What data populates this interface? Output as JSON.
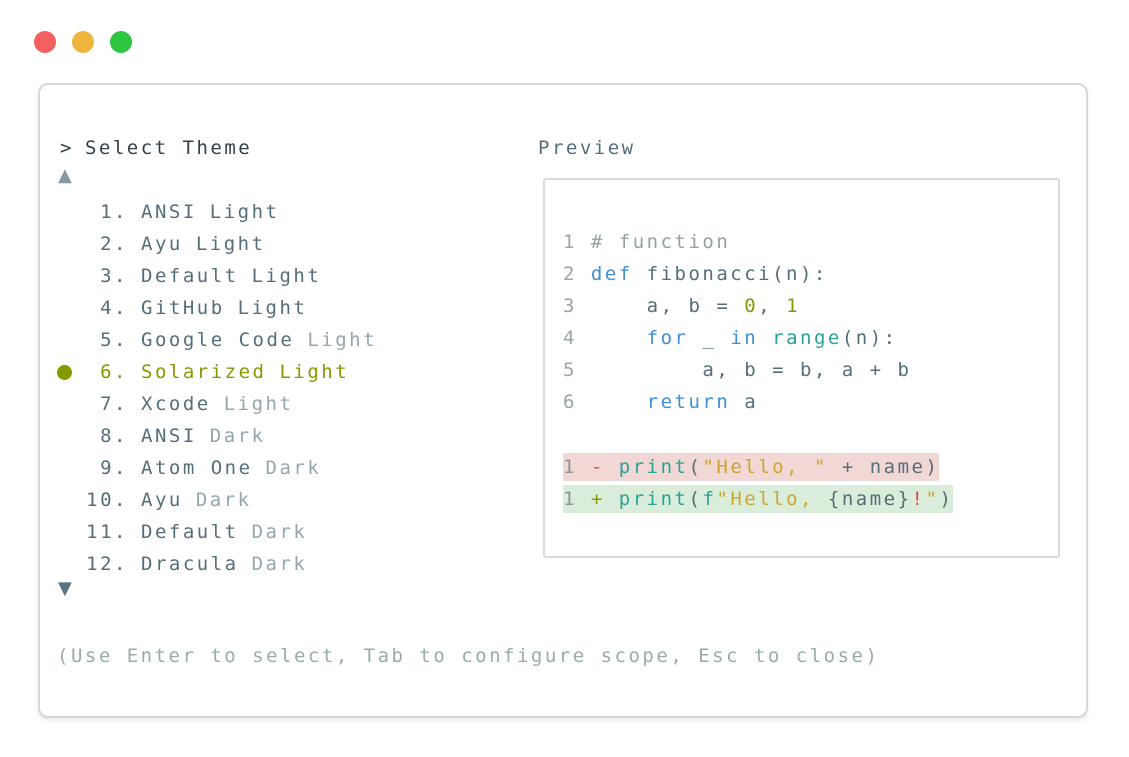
{
  "window": {
    "controls": [
      {
        "name": "close",
        "color": "#f46060"
      },
      {
        "name": "minimize",
        "color": "#f0b53e"
      },
      {
        "name": "zoom",
        "color": "#2cc640"
      }
    ]
  },
  "palette": {
    "prompt": ">",
    "title": "Select Theme",
    "scroll_up_icon": "▲",
    "scroll_down_icon": "▼",
    "hint": "(Use Enter to select, Tab to configure scope, Esc to close)",
    "items": [
      {
        "number": "1.",
        "name": "ANSI",
        "variant": "Light",
        "variant_muted": false,
        "selected": false
      },
      {
        "number": "2.",
        "name": "Ayu",
        "variant": "Light",
        "variant_muted": false,
        "selected": false
      },
      {
        "number": "3.",
        "name": "Default",
        "variant": "Light",
        "variant_muted": false,
        "selected": false
      },
      {
        "number": "4.",
        "name": "GitHub",
        "variant": "Light",
        "variant_muted": false,
        "selected": false
      },
      {
        "number": "5.",
        "name": "Google Code",
        "variant": "Light",
        "variant_muted": true,
        "selected": false
      },
      {
        "number": "6.",
        "name": "Solarized",
        "variant": "Light",
        "variant_muted": false,
        "selected": true
      },
      {
        "number": "7.",
        "name": "Xcode",
        "variant": "Light",
        "variant_muted": true,
        "selected": false
      },
      {
        "number": "8.",
        "name": "ANSI",
        "variant": "Dark",
        "variant_muted": true,
        "selected": false
      },
      {
        "number": "9.",
        "name": "Atom One",
        "variant": "Dark",
        "variant_muted": true,
        "selected": false
      },
      {
        "number": "10.",
        "name": "Ayu",
        "variant": "Dark",
        "variant_muted": true,
        "selected": false
      },
      {
        "number": "11.",
        "name": "Default",
        "variant": "Dark",
        "variant_muted": true,
        "selected": false
      },
      {
        "number": "12.",
        "name": "Dracula",
        "variant": "Dark",
        "variant_muted": true,
        "selected": false
      }
    ]
  },
  "preview": {
    "label": "Preview",
    "code_lines": [
      {
        "num": "1",
        "tokens": [
          [
            "# function",
            "comment"
          ]
        ]
      },
      {
        "num": "2",
        "tokens": [
          [
            "def",
            "keyword"
          ],
          [
            " fibonacci(n):",
            "plain"
          ]
        ]
      },
      {
        "num": "3",
        "tokens": [
          [
            "    a, b = ",
            "plain"
          ],
          [
            "0",
            "number"
          ],
          [
            ", ",
            "plain"
          ],
          [
            "1",
            "number"
          ]
        ]
      },
      {
        "num": "4",
        "tokens": [
          [
            "    ",
            "plain"
          ],
          [
            "for",
            "keyword"
          ],
          [
            " _ ",
            "plain"
          ],
          [
            "in",
            "keyword"
          ],
          [
            " ",
            "plain"
          ],
          [
            "range",
            "builtin"
          ],
          [
            "(n):",
            "plain"
          ]
        ]
      },
      {
        "num": "5",
        "tokens": [
          [
            "        a, b = b, a + b",
            "plain"
          ]
        ]
      },
      {
        "num": "6",
        "tokens": [
          [
            "    ",
            "plain"
          ],
          [
            "return",
            "keyword"
          ],
          [
            " a",
            "plain"
          ]
        ]
      }
    ],
    "diff_lines": [
      {
        "num": "1",
        "sign": "-",
        "type": "removed",
        "tokens": [
          [
            "print",
            "builtin"
          ],
          [
            "(",
            "plain"
          ],
          [
            "\"Hello, \"",
            "string"
          ],
          [
            " + name)",
            "plain"
          ]
        ]
      },
      {
        "num": "1",
        "sign": "+",
        "type": "added",
        "tokens": [
          [
            "print",
            "builtin"
          ],
          [
            "(",
            "plain"
          ],
          [
            "f",
            "builtin"
          ],
          [
            "\"Hello, ",
            "string"
          ],
          [
            "{name}",
            "plain"
          ],
          [
            "!",
            "error"
          ],
          [
            "\"",
            "string"
          ],
          [
            ")",
            "plain"
          ]
        ]
      }
    ]
  },
  "colors": {
    "traffic_close": "#f46060",
    "traffic_minimize": "#f0b53e",
    "traffic_zoom": "#2cc640",
    "header_text": "#333f47",
    "item_text": "#546e7a",
    "item_muted": "#94a7ad",
    "accent_selected": "#859900",
    "hint_text": "#99abab",
    "scroll_up": "#8799a3",
    "scroll_down": "#5b7280",
    "panel_border": "#d3d9d9",
    "preview_border": "#d7dbdb",
    "code_plain": "#546e7a",
    "code_comment": "#93a1a1",
    "code_keyword": "#3f8ed6",
    "code_builtin": "#2aa198",
    "code_number": "#859900",
    "code_string": "#cfa52f",
    "code_error": "#de4b47",
    "line_number": "#9aa5a8",
    "diff_line_number": "#8a9599",
    "diff_removed_bg": "#f2d8d5",
    "diff_added_bg": "#daedda"
  }
}
